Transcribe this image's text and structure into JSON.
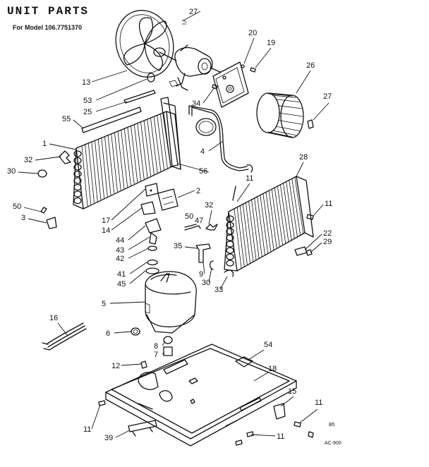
{
  "header": {
    "title": "UNIT PARTS",
    "model": "For Model 106.7751370"
  },
  "footer": {
    "page_code": "B5",
    "drawing_code": "AC-900"
  },
  "callouts": [
    {
      "id": "c27a",
      "label": "27"
    },
    {
      "id": "c20",
      "label": "20"
    },
    {
      "id": "c19",
      "label": "19"
    },
    {
      "id": "c13",
      "label": "13"
    },
    {
      "id": "c53",
      "label": "53"
    },
    {
      "id": "c25",
      "label": "25"
    },
    {
      "id": "c26",
      "label": "26"
    },
    {
      "id": "c34",
      "label": "34"
    },
    {
      "id": "c27b",
      "label": "27"
    },
    {
      "id": "c55",
      "label": "55"
    },
    {
      "id": "c1",
      "label": "1"
    },
    {
      "id": "c32a",
      "label": "32"
    },
    {
      "id": "c30a",
      "label": "30"
    },
    {
      "id": "c4",
      "label": "4"
    },
    {
      "id": "c56",
      "label": "56"
    },
    {
      "id": "c28",
      "label": "28"
    },
    {
      "id": "c2",
      "label": "2"
    },
    {
      "id": "c11a",
      "label": "11"
    },
    {
      "id": "c50a",
      "label": "50"
    },
    {
      "id": "c3",
      "label": "3"
    },
    {
      "id": "c17",
      "label": "17"
    },
    {
      "id": "c14",
      "label": "14"
    },
    {
      "id": "c32b",
      "label": "32"
    },
    {
      "id": "c11b",
      "label": "11"
    },
    {
      "id": "c50b",
      "label": "50"
    },
    {
      "id": "c47",
      "label": "47"
    },
    {
      "id": "c44",
      "label": "44"
    },
    {
      "id": "c43",
      "label": "43"
    },
    {
      "id": "c42",
      "label": "42"
    },
    {
      "id": "c35",
      "label": "35"
    },
    {
      "id": "c22",
      "label": "22"
    },
    {
      "id": "c29",
      "label": "29"
    },
    {
      "id": "c41",
      "label": "41"
    },
    {
      "id": "c45",
      "label": "45"
    },
    {
      "id": "c9",
      "label": "9"
    },
    {
      "id": "c30b",
      "label": "30"
    },
    {
      "id": "c33",
      "label": "33"
    },
    {
      "id": "c5",
      "label": "5"
    },
    {
      "id": "c16",
      "label": "16"
    },
    {
      "id": "c6",
      "label": "6"
    },
    {
      "id": "c8",
      "label": "8"
    },
    {
      "id": "c7",
      "label": "7"
    },
    {
      "id": "c54",
      "label": "54"
    },
    {
      "id": "c12",
      "label": "12"
    },
    {
      "id": "c18",
      "label": "18"
    },
    {
      "id": "c15",
      "label": "15"
    },
    {
      "id": "c11c",
      "label": "11"
    },
    {
      "id": "c11d",
      "label": "11"
    },
    {
      "id": "c39",
      "label": "39"
    },
    {
      "id": "c11e",
      "label": "11"
    }
  ]
}
